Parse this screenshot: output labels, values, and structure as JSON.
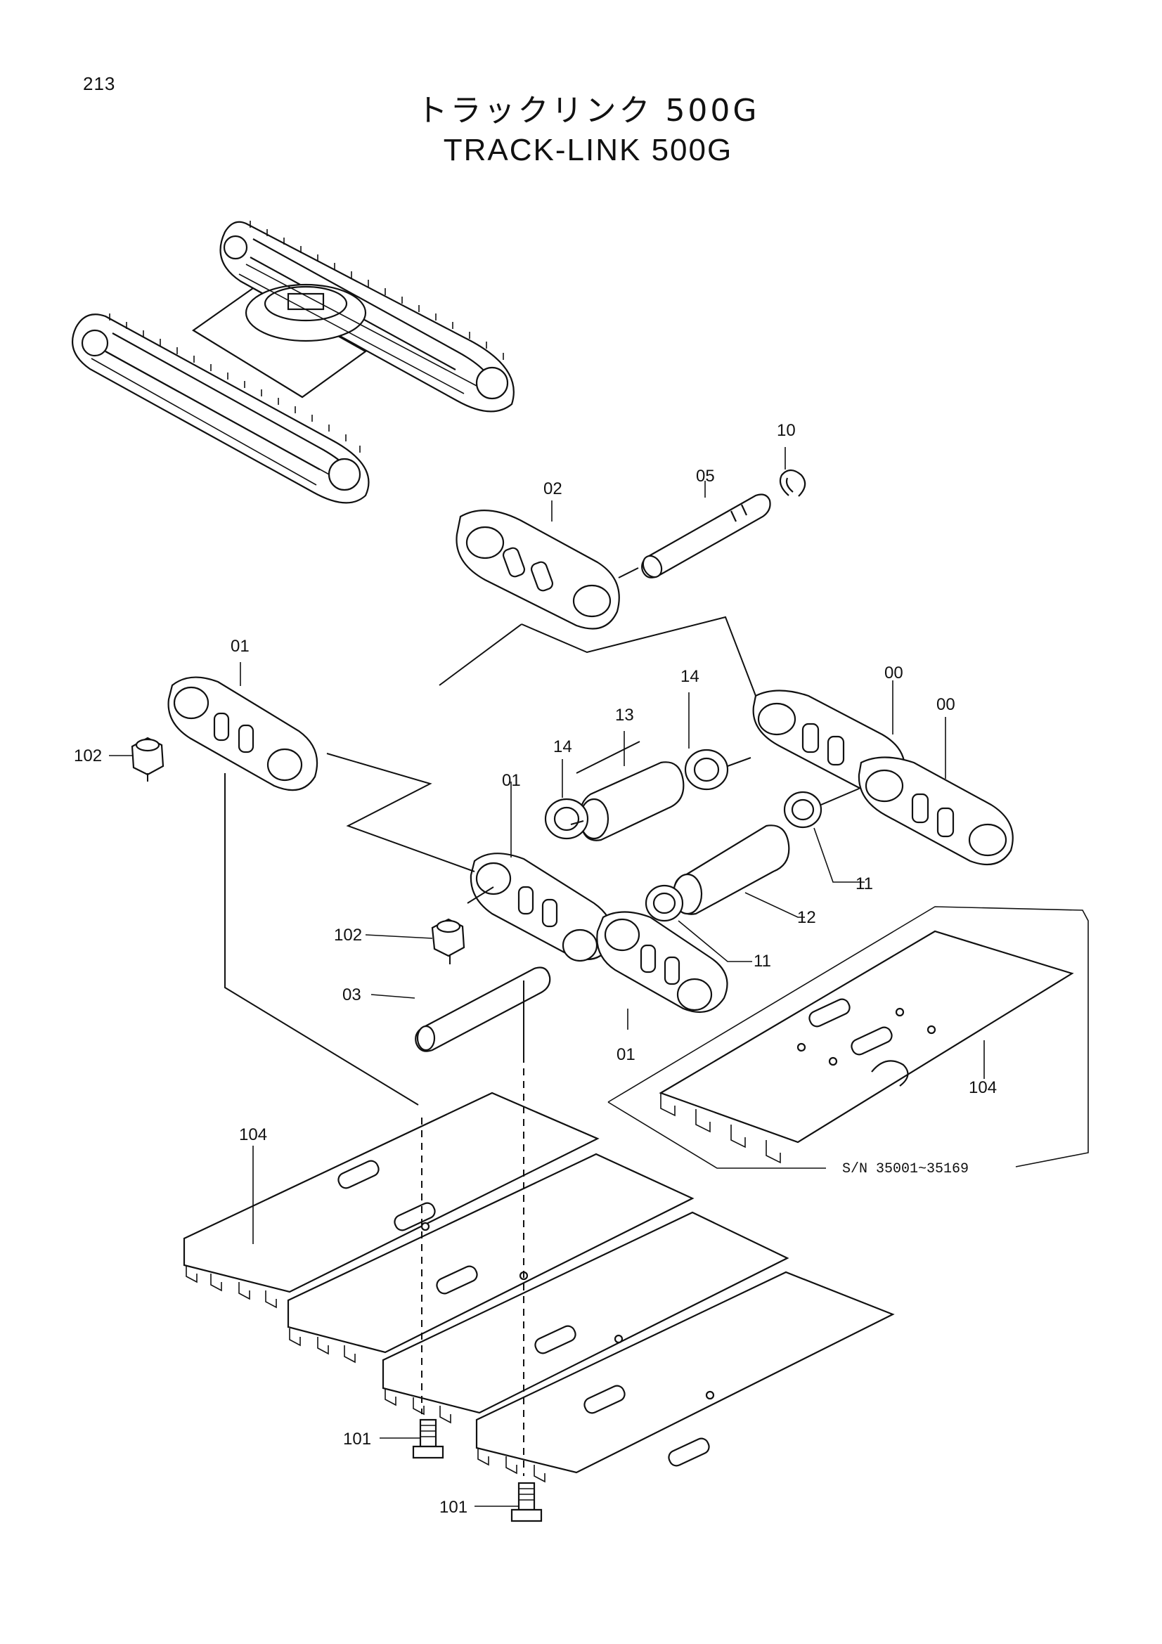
{
  "page": {
    "number": "213"
  },
  "title": {
    "japanese": "トラックリンク 500G",
    "english": "TRACK-LINK 500G"
  },
  "note": {
    "serial_range": "S/N 35001~35169"
  },
  "callouts": {
    "c10": "10",
    "c05": "05",
    "c02": "02",
    "c01_top": "01",
    "c00_a": "00",
    "c00_b": "00",
    "c14_a": "14",
    "c14_b": "14",
    "c13": "13",
    "c01_mid": "01",
    "c102_a": "102",
    "c102_b": "102",
    "c11_a": "11",
    "c11_b": "11",
    "c12": "12",
    "c03": "03",
    "c01_low": "01",
    "c104_a": "104",
    "c104_b": "104",
    "c101_a": "101",
    "c101_b": "101"
  }
}
